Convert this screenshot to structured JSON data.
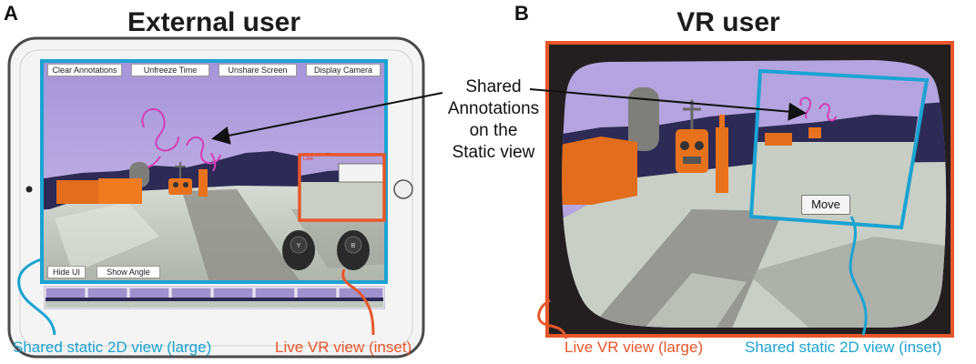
{
  "panel_a": {
    "letter": "A",
    "title": "External user",
    "buttons": {
      "clear_annotations": "Clear Annotations",
      "unfreeze_time": "Unfreeze Time",
      "unshare_screen": "Unshare Screen",
      "display_camera": "Display Camera",
      "hide_ui": "Hide UI",
      "show_angle": "Show Angle"
    },
    "inset_label": "Live",
    "caption_left": "Shared static 2D view (large)",
    "caption_right": "Live VR view (inset)"
  },
  "panel_b": {
    "letter": "B",
    "title": "VR user",
    "move_button": "Move",
    "caption_left": "Live VR view (large)",
    "caption_right": "Shared static 2D view (inset)"
  },
  "callout": {
    "line1": "Shared",
    "line2": "Annotations",
    "line3": "on the",
    "line4": "Static view"
  },
  "colors": {
    "cyan": "#1ba3d1",
    "orange": "#e8562a",
    "sky": "#b8a6df",
    "mountain": "#2e2a55",
    "floor": "#c7cdc4",
    "floor_dark": "#7f7f7a",
    "object_orange": "#e8721c",
    "annotation_pink": "#d23fb3"
  },
  "icons": {
    "controller": "vr-controller-icon",
    "home_button": "tablet-home-button-icon",
    "camera": "tablet-camera-icon"
  }
}
